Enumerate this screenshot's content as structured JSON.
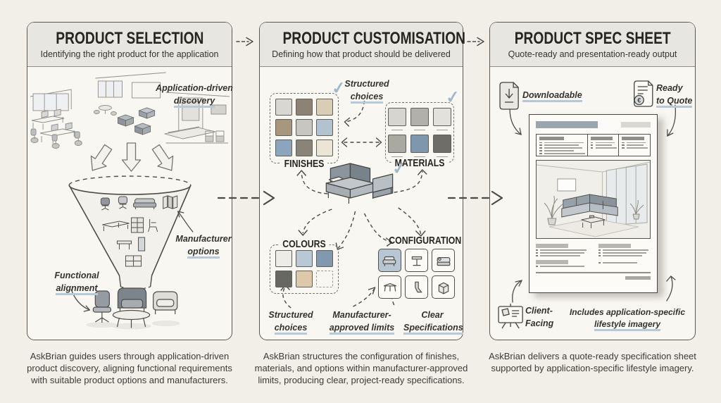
{
  "colors": {
    "background": "#f2efe9",
    "panel_bg": "#f9f7f2",
    "header_bg": "#e8e6e1",
    "border": "#5b5850",
    "underline_accent": "#b6c9d8",
    "check_accent": "#9fb8cc"
  },
  "icons": {
    "check": "✓",
    "euro": "€"
  },
  "panels": [
    {
      "id": "product-selection",
      "title": "PRODUCT SELECTION",
      "subtitle": "Identifying the right product for the application",
      "caption": "AskBrian guides users through application-driven product discovery, aligning functional requirements with suitable product options and manufacturers.",
      "annotations": {
        "discovery": [
          "Application-driven",
          "discovery"
        ],
        "manufacturer": [
          "Manufacturer",
          "options"
        ],
        "functional": [
          "Functional",
          "alignment"
        ]
      }
    },
    {
      "id": "product-customisation",
      "title": "PRODUCT CUSTOMISATION",
      "subtitle": "Defining how that product should be delivered",
      "caption": "AskBrian structures the configuration of finishes, materials, and options within manufacturer-approved limits, producing clear, project-ready specifications.",
      "annotations": {
        "structured_top": [
          "Structured",
          "choices"
        ],
        "structured_bottom": [
          "Structured",
          "choices"
        ],
        "limits": [
          "Manufacturer-",
          "approved limits"
        ],
        "clear": [
          "Clear",
          "Specifications"
        ]
      },
      "groups": {
        "finishes": {
          "label": "FINISHES",
          "swatches": [
            "#d8d7d2",
            "#8d8276",
            "#d9cdb5",
            "#a8977f",
            "#c7c6c0",
            "#b2c2cf",
            "#8ba6bc",
            "#8a8377",
            "#eae5d5"
          ]
        },
        "materials": {
          "label": "MATERIALS",
          "swatches": [
            "#d6d5d0",
            "#b1b0aa",
            "#e2e1db",
            "#a9a8a1",
            "#7e97ac",
            "#6e6d68"
          ]
        },
        "colours": {
          "label": "COLOURS",
          "swatches": [
            "#eeece8",
            "#b9c8d5",
            "#8099ae",
            "#686863",
            "#ddc9a9",
            "empty"
          ]
        },
        "configuration": {
          "label": "CONFIGURATION",
          "options": [
            "sectional-sofa",
            "table-frame",
            "sofa-bed",
            "bench",
            "folding-leg",
            "cabinet"
          ]
        }
      }
    },
    {
      "id": "product-spec-sheet",
      "title": "PRODUCT SPEC SHEET",
      "subtitle": "Quote-ready and presentation-ready output",
      "caption": "AskBrian delivers a quote-ready specification sheet supported by application-specific lifestyle imagery.",
      "annotations": {
        "downloadable": [
          "Downloadable"
        ],
        "ready": [
          "Ready",
          "to Quote"
        ],
        "client": [
          "Client-",
          "Facing"
        ],
        "imagery": [
          "Includes application-specific",
          "lifestyle imagery"
        ]
      }
    }
  ]
}
